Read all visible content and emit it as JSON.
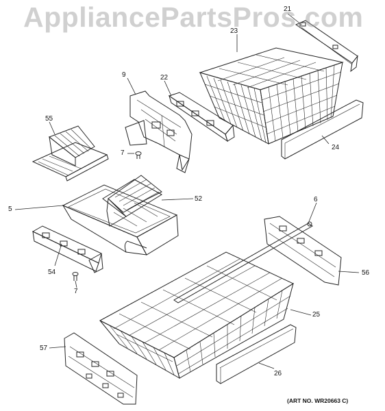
{
  "watermark": "AppliancePartsPros.com",
  "art_number": "(ART NO. WR20663 C)",
  "colors": {
    "line": "#222222",
    "watermark": "#969696",
    "background": "#ffffff"
  },
  "callouts": {
    "p21": "21",
    "p23": "23",
    "p9": "9",
    "p22": "22",
    "p55": "55",
    "p7a": "7",
    "p24": "24",
    "p5": "5",
    "p52": "52",
    "p6": "6",
    "p54": "54",
    "p56": "56",
    "p7b": "7",
    "p25": "25",
    "p57": "57",
    "p26": "26"
  }
}
